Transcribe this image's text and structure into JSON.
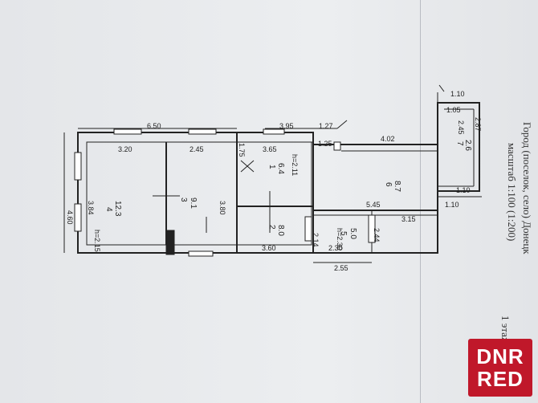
{
  "header": {
    "city": "Город (поселок, село) Донецк",
    "scale": "масштаб 1:100 (1:200)",
    "floor": "1 этаж"
  },
  "watermark": {
    "line1": "DNR",
    "line2": "RED"
  },
  "rooms": [
    {
      "num": "1",
      "area": "6.4"
    },
    {
      "num": "2",
      "area": "8.0"
    },
    {
      "num": "3",
      "area": "9.1"
    },
    {
      "num": "4",
      "area": "12.3"
    },
    {
      "num": "5",
      "area": "5.0"
    },
    {
      "num": "6",
      "area": "8.7"
    },
    {
      "num": "7",
      "area": "2.6"
    }
  ],
  "dims": {
    "d650": "6.50",
    "d395": "3.95",
    "d127": "1.27",
    "d402": "4.02",
    "d110a": "1.10",
    "d105": "1.05",
    "d287": "2.87",
    "d245b": "2.45",
    "d110b": "1.10",
    "d110c": "1.10",
    "d320": "3.20",
    "d245": "2.45",
    "d175": "1.75",
    "d365": "3.65",
    "d125": "1.25",
    "d545": "5.45",
    "d315": "3.15",
    "d460": "4.60",
    "d384": "3.84",
    "d380": "3.80",
    "d360": "3.60",
    "d214": "2.14",
    "d230": "2.30",
    "d244": "2.44",
    "d255": "2.55"
  },
  "heights": {
    "h1": "h=2.11",
    "h4": "h=2.15",
    "h5": "h=2.30"
  }
}
